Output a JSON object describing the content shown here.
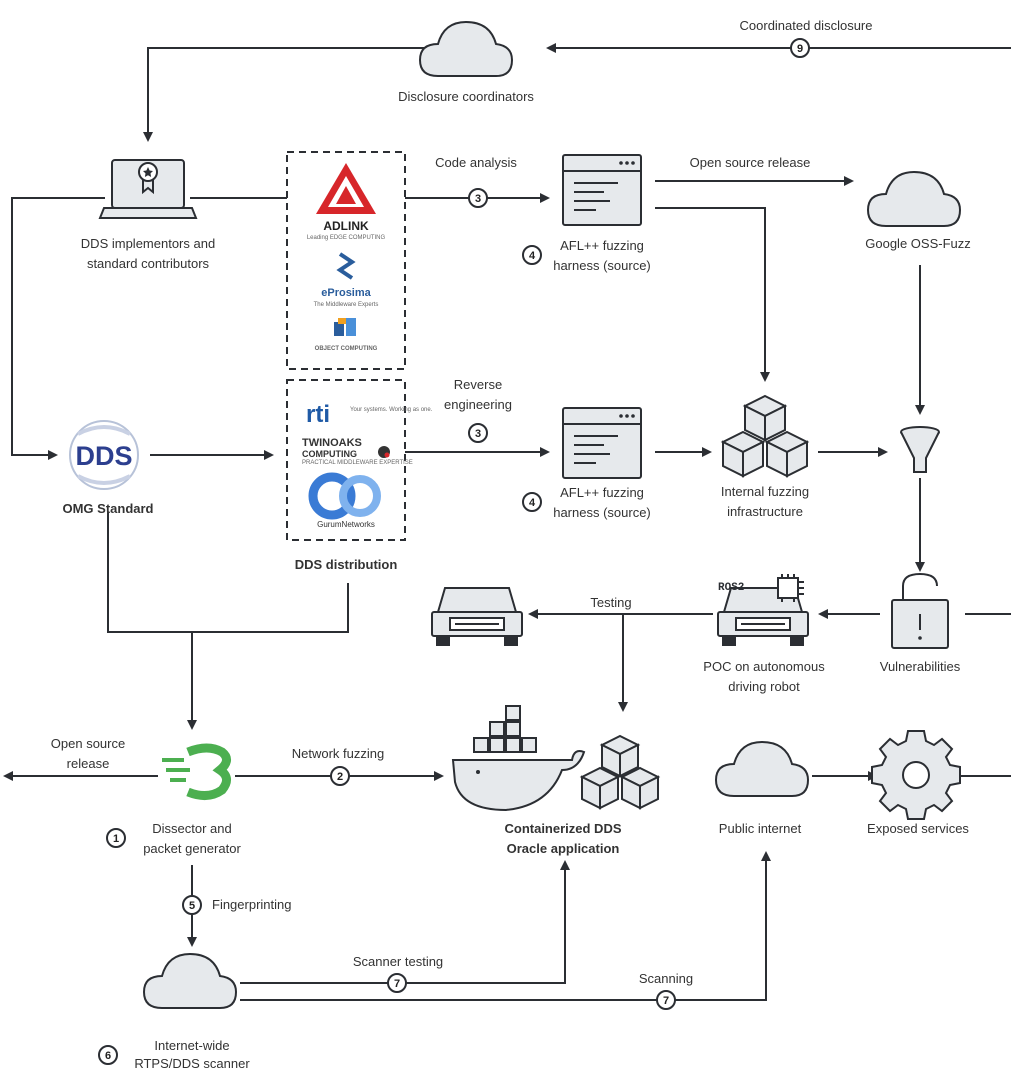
{
  "labels": {
    "coordinated_disclosure": "Coordinated disclosure",
    "disclosure_coordinators": "Disclosure coordinators",
    "implementors_1": "DDS implementors and",
    "implementors_2": "standard contributors",
    "code_analysis": "Code analysis",
    "open_source_release_top": "Open source release",
    "google_oss_fuzz": "Google OSS-Fuzz",
    "afl_harness_1": "AFL++ fuzzing",
    "afl_harness_2": "harness (source)",
    "reverse_1": "Reverse",
    "reverse_2": "engineering",
    "omg_standard": "OMG Standard",
    "dds_distribution": "DDS distribution",
    "internal_fuzz_1": "Internal fuzzing",
    "internal_fuzz_2": "infrastructure",
    "testing": "Testing",
    "poc_1": "POC on autonomous",
    "poc_2": "driving robot",
    "vulnerabilities": "Vulnerabilities",
    "open_source_release_left_1": "Open source",
    "open_source_release_left_2": "release",
    "network_fuzzing": "Network fuzzing",
    "dissector_1": "Dissector and",
    "dissector_2": "packet generator",
    "containerized_1": "Containerized DDS",
    "containerized_2": "Oracle application",
    "public_internet": "Public internet",
    "exposed_services": "Exposed services",
    "fingerprinting": "Fingerprinting",
    "scanner_testing": "Scanner testing",
    "scanning": "Scanning",
    "scanner_1": "Internet-wide",
    "scanner_2": "RTPS/DDS scanner"
  },
  "steps": {
    "s1": "1",
    "s2": "2",
    "s3a": "3",
    "s3b": "3",
    "s4a": "4",
    "s4b": "4",
    "s5": "5",
    "s6": "6",
    "s7a": "7",
    "s7b": "7",
    "s9": "9"
  },
  "logos": {
    "dds": "DDS",
    "adlink": "ADLINK",
    "adlink_tag": "Leading EDGE COMPUTING",
    "eprosima": "eProsima",
    "eprosima_tag": "The Middleware Experts",
    "object_computing": "OBJECT COMPUTING",
    "rti": "rti",
    "rti_tag": "Your systems. Working as one.",
    "twinoaks": "TWINOAKS",
    "twinoaks_2": "COMPUTING",
    "twinoaks_tag": "PRACTICAL MIDDLEWARE EXPERTISE",
    "gurum": "GurumNetworks",
    "ros2": "ROS2"
  },
  "colors": {
    "line": "#2b2e33",
    "icon_fill": "#e6e9ec",
    "adlink_red": "#d7262a",
    "eprosima_blue": "#2a5d9c",
    "dds_blue": "#2c3f8f",
    "rti_blue": "#1f5aa6",
    "gurum_blue": "#3a7bd5",
    "green": "#4caf50"
  }
}
